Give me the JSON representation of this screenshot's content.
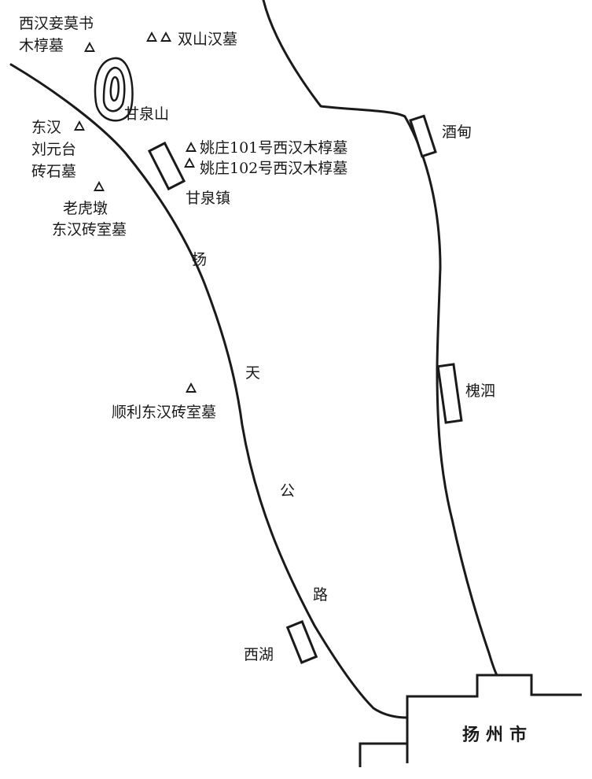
{
  "map": {
    "road_label_chars": [
      "扬",
      "天",
      "公",
      "路"
    ],
    "sites": {
      "xihan_qiemo_line1": "西汉妾莫书",
      "xihan_qiemo_line2": "木椁墓",
      "shuangshan": "双山汉墓",
      "ganquanshan": "甘泉山",
      "donghan_liuyuantai_line1": "东汉",
      "donghan_liuyuantai_line2": "刘元台",
      "donghan_liuyuantai_line3": "砖石墓",
      "yaozhuang101": "姚庄101号西汉木椁墓",
      "yaozhuang102": "姚庄102号西汉木椁墓",
      "laohudun_line1": "老虎墩",
      "laohudun_line2": "东汉砖室墓",
      "shunli": "顺利东汉砖室墓"
    },
    "towns": {
      "ganquanzhen": "甘泉镇",
      "jiuxun": "酒甸",
      "huaisi": "槐泗",
      "xihu": "西湖"
    },
    "city": "扬州市",
    "line_color": "#1a1a1a"
  }
}
